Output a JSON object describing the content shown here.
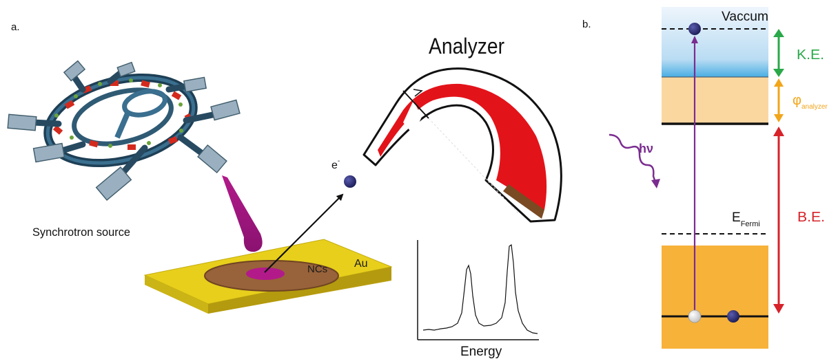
{
  "panel_a": {
    "label": "a.",
    "synchrotron_label": "Synchrotron source",
    "analyzer_title": "Analyzer",
    "electron_label": "e",
    "electron_sup": "-",
    "ncs_label": "NCs",
    "au_label": "Au",
    "spectrum_xlabel": "Energy"
  },
  "panel_b": {
    "label": "b.",
    "vacuum_label": "Vaccum",
    "fermi_label_main": "E",
    "fermi_label_sub": "Fermi",
    "photon_label": "hν",
    "ke_label": "K.E.",
    "phi_label_main": "φ",
    "phi_label_sub": "analyzer",
    "be_label": "B.E.",
    "colors": {
      "vacuum_top": "#e6f1fb",
      "vacuum_bottom": "#5bb5e6",
      "analyzer_band": "#fbd7a0",
      "valence_band": "#f7b23a",
      "ke_arrow": "#2aa84a",
      "phi_arrow": "#f2a51a",
      "be_arrow": "#d7222a",
      "photon": "#7a2c90",
      "electron": "#232463"
    }
  }
}
